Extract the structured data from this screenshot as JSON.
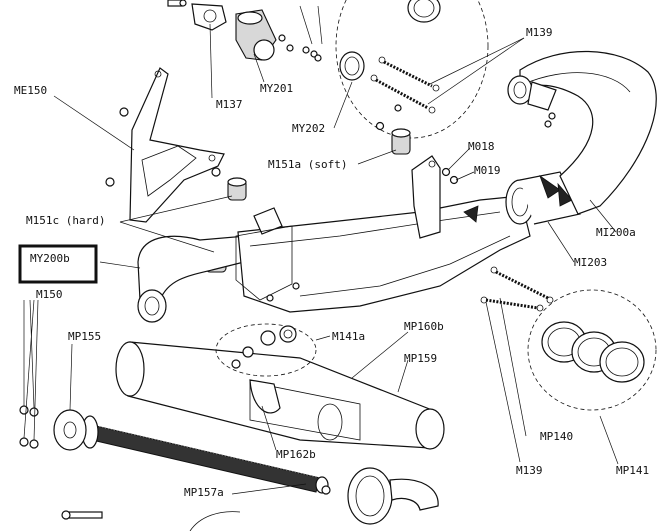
{
  "labels": {
    "me150": "ME150",
    "m137": "M137",
    "my201": "MY201",
    "my202": "MY202",
    "m139_top": "M139",
    "m151a": "M151a (soft)",
    "m018": "M018",
    "m019": "M019",
    "m151c": "M151c (hard)",
    "my200b": "MY200b",
    "mi200a": "MI200a",
    "mi203": "MI203",
    "m150": "M150",
    "mp155": "MP155",
    "m141a": "M141a",
    "mp160b": "MP160b",
    "mp159": "MP159",
    "mp140": "MP140",
    "m139_bottom": "M139",
    "mp141": "MP141",
    "mp162b": "MP162b",
    "mp157a": "MP157a"
  }
}
